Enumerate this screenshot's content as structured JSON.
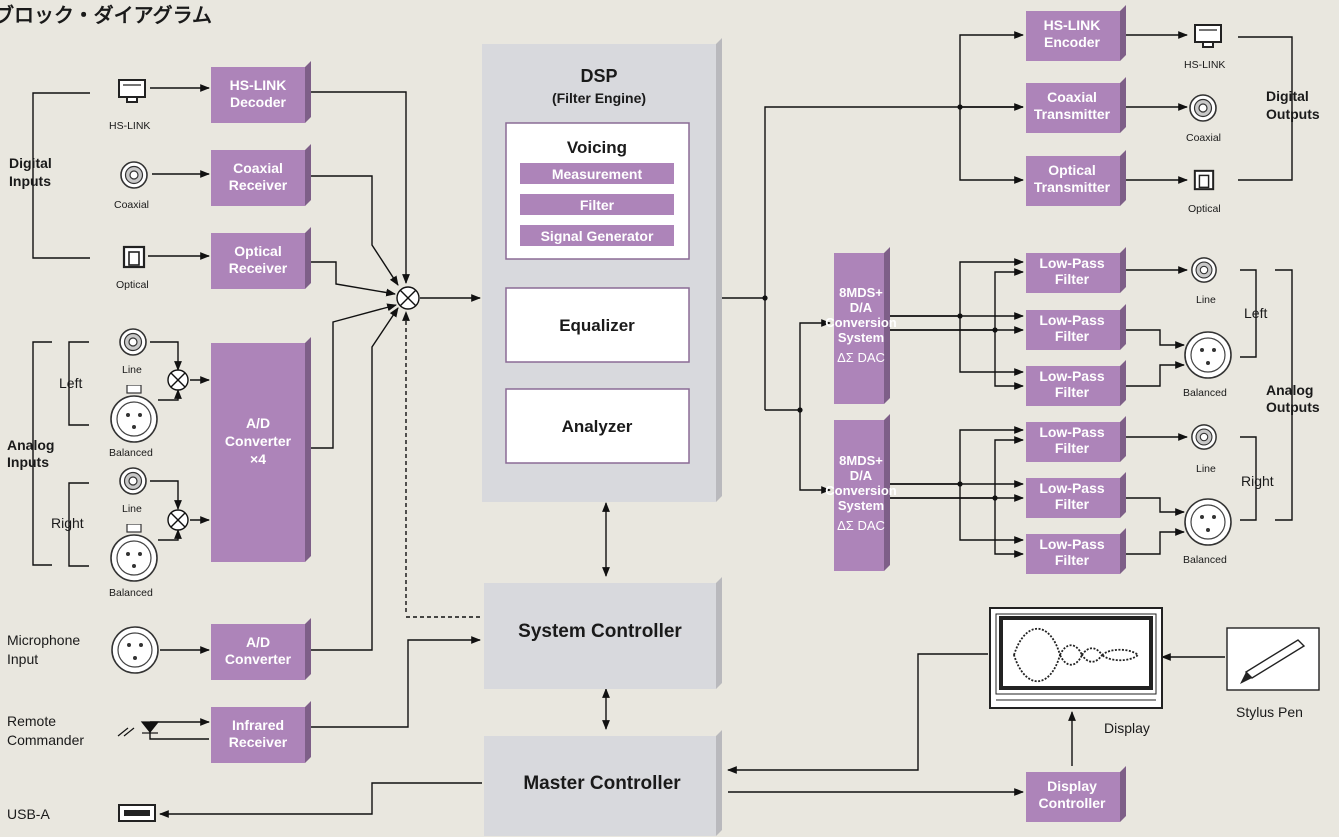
{
  "title": "ブロック・ダイアグラム",
  "colors": {
    "block": "#ad84b9",
    "block_shade": "#7e5f88",
    "gray_block": "#d8d9dd",
    "line": "#111111",
    "background": "#e9e7df"
  },
  "digital_inputs": {
    "label": [
      "Digital",
      "Inputs"
    ],
    "connectors": {
      "hslink": "HS-LINK",
      "coaxial": "Coaxial",
      "optical": "Optical"
    },
    "blocks": {
      "hslink": [
        "HS-LINK",
        "Decoder"
      ],
      "coaxial": [
        "Coaxial",
        "Receiver"
      ],
      "optical": [
        "Optical",
        "Receiver"
      ]
    }
  },
  "analog_inputs": {
    "label": [
      "Analog",
      "Inputs"
    ],
    "left": "Left",
    "right": "Right",
    "line": "Line",
    "balanced": "Balanced",
    "adc": [
      "A/D",
      "Converter",
      "×4"
    ]
  },
  "microphone": {
    "label": [
      "Microphone",
      "Input"
    ],
    "adc": [
      "A/D",
      "Converter"
    ]
  },
  "remote": {
    "label": [
      "Remote",
      "Commander"
    ],
    "receiver": [
      "Infrared",
      "Receiver"
    ]
  },
  "usb": {
    "label": "USB-A"
  },
  "dsp": {
    "title": "DSP",
    "subtitle": "(Filter Engine)",
    "voicing": {
      "title": "Voicing",
      "items": [
        "Measurement",
        "Filter",
        "Signal Generator"
      ]
    },
    "equalizer": "Equalizer",
    "analyzer": "Analyzer"
  },
  "system_controller": "System Controller",
  "master_controller": "Master Controller",
  "digital_outputs": {
    "label": [
      "Digital",
      "Outputs"
    ],
    "blocks": {
      "hslink": [
        "HS-LINK",
        "Encoder"
      ],
      "coaxial": [
        "Coaxial",
        "Transmitter"
      ],
      "optical": [
        "Optical",
        "Transmitter"
      ]
    },
    "connectors": {
      "hslink": "HS-LINK",
      "coaxial": "Coaxial",
      "optical": "Optical"
    }
  },
  "dac": {
    "lines": [
      "8MDS+",
      "D/A",
      "Conversion",
      "System"
    ],
    "sub": "ΔΣ DAC"
  },
  "lpf": [
    "Low-Pass",
    "Filter"
  ],
  "analog_outputs": {
    "label": [
      "Analog",
      "Outputs"
    ],
    "left": "Left",
    "right": "Right",
    "line": "Line",
    "balanced": "Balanced"
  },
  "display": {
    "label": "Display",
    "controller": [
      "Display",
      "Controller"
    ]
  },
  "stylus": {
    "label": "Stylus Pen"
  }
}
